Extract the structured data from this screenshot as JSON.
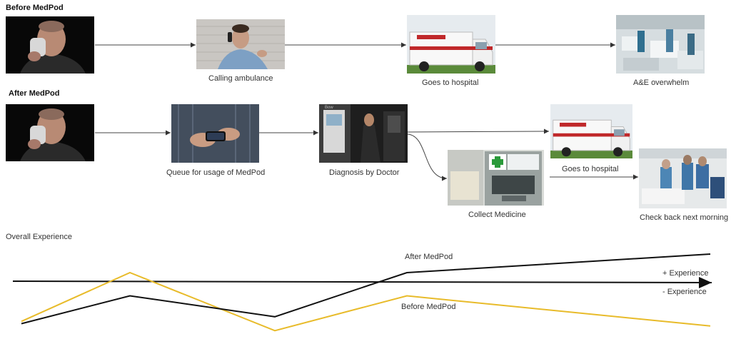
{
  "before": {
    "heading": "Before MedPod",
    "steps": [
      "Calling ambulance",
      "Goes to hospital",
      "A&E overwhelm"
    ]
  },
  "after": {
    "heading": "After MedPod",
    "steps": [
      "Queue for usage of MedPod",
      "Diagnosis by Doctor",
      "Goes to hospital",
      "Collect Medicine",
      "Check back next morning"
    ]
  },
  "experience": {
    "title": "Overall Experience",
    "series_after": "After MedPod",
    "series_before": "Before MedPod",
    "positive_label": "+ Experience",
    "negative_label": "- Experience"
  },
  "chart_data": {
    "type": "line",
    "x": [
      0,
      1,
      2,
      3,
      4
    ],
    "series": [
      {
        "name": "After MedPod",
        "values": [
          -0.9,
          -0.3,
          -0.75,
          0.2,
          0.6
        ]
      },
      {
        "name": "Before MedPod",
        "values": [
          -0.85,
          0.2,
          -1.05,
          -0.3,
          -0.95
        ]
      }
    ],
    "colors": {
      "After MedPod": "#111111",
      "Before MedPod": "#e8bb2a"
    }
  },
  "icons": {
    "sneezing-man": "sneezing-man-photo",
    "phone-call": "phone-call-photo",
    "ambulance": "ambulance-photo",
    "ward": "hospital-ward-photo",
    "phone": "smartphone-photo",
    "kiosk": "kiosk-photo",
    "vending": "medicine-vending-photo",
    "checkup": "checkup-photo"
  }
}
